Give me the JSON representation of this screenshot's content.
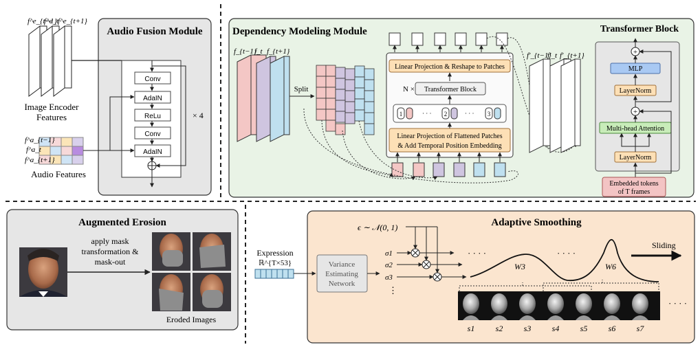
{
  "colors": {
    "panel_gray": "#e6e6e6",
    "panel_green": "#e9f3e6",
    "panel_orange": "#fbe5cf",
    "feature_pink": "#f4c7c5",
    "feature_purple": "#cfc5e0",
    "feature_blue": "#bfe0ef",
    "mlp_blue": "#a9c9f3",
    "attention_green": "#c8ecb9",
    "layernorm_tan": "#fde0b6",
    "token_pink": "#f3c4c4"
  },
  "audio_fusion": {
    "title": "Audio Fusion Module",
    "enc_labels": [
      "f^e_{t−1}",
      "f^e_t",
      "f^e_{t+1}"
    ],
    "image_encoder_label_1": "Image Encoder",
    "image_encoder_label_2": "Features",
    "audio_labels": [
      "f^a_{t−1}",
      "f^a_t",
      "f^a_{t+1}"
    ],
    "audio_features_label": "Audio Features",
    "layers": [
      "Conv",
      "AdaIN",
      "ReLu",
      "Conv",
      "AdaIN"
    ],
    "repeat": "× 4"
  },
  "dependency": {
    "title": "Dependency Modeling Module",
    "input_labels": [
      "f_{t−1}",
      "f_t",
      "f_{t+1}"
    ],
    "split_label": "Split",
    "linear_top": "Linear Projection & Reshape to Patches",
    "n_times": "N ×",
    "transformer_block": "Transformer Block",
    "token_labels": [
      "1",
      "2",
      "3"
    ],
    "dots": "· · ·",
    "linear_bottom_1": "Linear Projection of Flattened Patches",
    "linear_bottom_2": "& Add Temporal Position Embedding",
    "output_labels": [
      "f′_{t−1}",
      "f′_t",
      "f′_{t+1}"
    ]
  },
  "transformer": {
    "title": "Transformer Block",
    "plus": "+",
    "mlp": "MLP",
    "layernorm": "LayerNorm",
    "attention": "Multi-head Attention",
    "tokens_1": "Embedded tokens",
    "tokens_2": "of T frames"
  },
  "erosion": {
    "title": "Augmented Erosion",
    "arrow_label_1": "apply mask",
    "arrow_label_2": "transformation &",
    "arrow_label_3": "mask-out",
    "eroded_label": "Eroded Images"
  },
  "smoothing": {
    "title": "Adaptive Smoothing",
    "expression_label": "Expression",
    "expression_dim": "ℝ^{T×53}",
    "ven_1": "Variance",
    "ven_2": "Estimating",
    "ven_3": "Network",
    "epsilon": "ϵ ∼ 𝒩(0, 1)",
    "sigmas": [
      "σ1",
      "σ2",
      "σ3"
    ],
    "vdots": "⋮",
    "hdots": "· · · ·",
    "window_labels": [
      "W3",
      "W6"
    ],
    "sliding": "Sliding",
    "frame_labels": [
      "s1",
      "s2",
      "s3",
      "s4",
      "s5",
      "s6",
      "s7"
    ]
  }
}
